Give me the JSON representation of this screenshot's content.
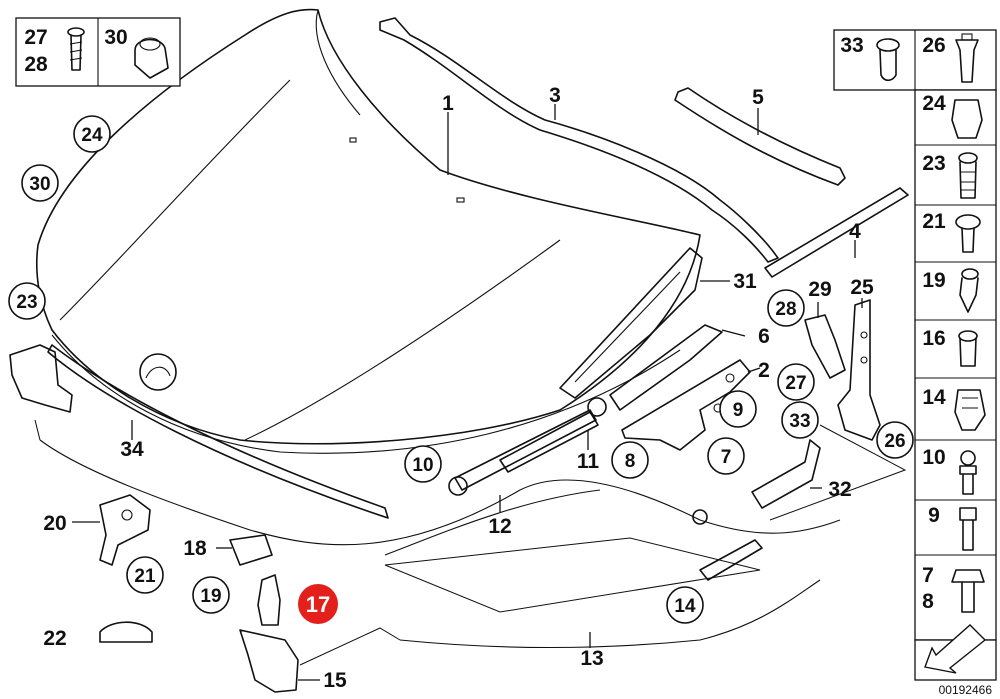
{
  "diagram": {
    "code": "00192466",
    "highlight": "17",
    "labels": {
      "p1": "1",
      "p2": "2",
      "p3": "3",
      "p4": "4",
      "p5": "5",
      "p6": "6",
      "p7": "7",
      "p8": "8",
      "p9": "9",
      "p10": "10",
      "p11": "11",
      "p12": "12",
      "p13": "13",
      "p14": "14",
      "p15": "15",
      "p17": "17",
      "p18": "18",
      "p19": "19",
      "p20": "20",
      "p21": "21",
      "p22": "22",
      "p23": "23",
      "p24": "24",
      "p25": "25",
      "p26": "26",
      "p27": "27",
      "p28": "28",
      "p29": "29",
      "p30": "30",
      "p31": "31",
      "p32": "32",
      "p33": "33",
      "p34": "34"
    },
    "topleft_box": {
      "a": "27",
      "b": "28",
      "c": "30"
    },
    "topright_box": {
      "a": "33",
      "b": "26"
    },
    "column": [
      "24",
      "23",
      "21",
      "19",
      "16",
      "14",
      "10",
      "9",
      "7",
      "8"
    ]
  }
}
